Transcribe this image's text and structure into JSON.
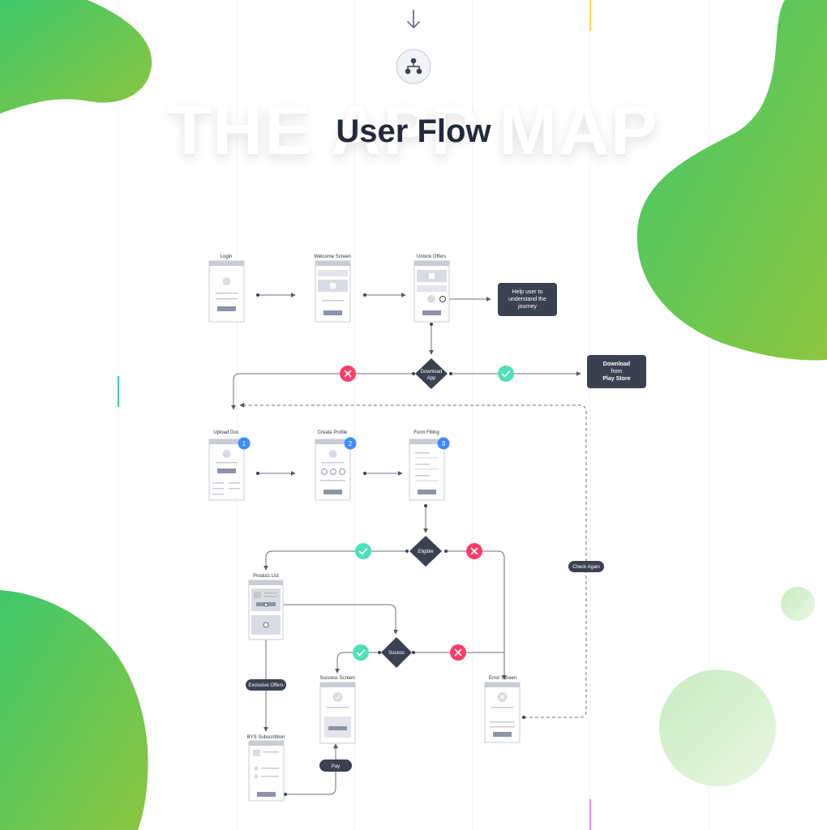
{
  "header": {
    "watermark": "THE APP MAP",
    "title": "User Flow",
    "top_icon": "down-arrow-icon",
    "badge_icon": "sitemap-icon"
  },
  "screens": {
    "login": "Login",
    "welcome": "Welcome Screen",
    "unlock": "Unlock Offers",
    "upload": "Upload Doc",
    "profile": "Create Profile",
    "form": "Form Filling",
    "product": "Product List",
    "success": "Success Screen",
    "error": "Error Screen",
    "bys": "BYS Subscribtion"
  },
  "steps": {
    "upload": "1",
    "profile": "2",
    "form": "3"
  },
  "decisions": {
    "download_line1": "Download",
    "download_line2": "App",
    "eligible": "Eligible",
    "success": "Sucess"
  },
  "notes": {
    "help_line1": "Help user to",
    "help_line2": "understand the",
    "help_line3": "journey",
    "play_line1": "Download",
    "play_line2": "from",
    "play_line3": "Play Store"
  },
  "pills": {
    "check_again": "Check Again",
    "exclusive": "Exclusive Offers",
    "pay": "Pay"
  },
  "colors": {
    "dark": "#3b4150",
    "yes": "#4fe0bb",
    "no": "#ff3d68",
    "step": "#3d8bff",
    "green_a": "#3fc86b",
    "green_b": "#8cc63f"
  }
}
